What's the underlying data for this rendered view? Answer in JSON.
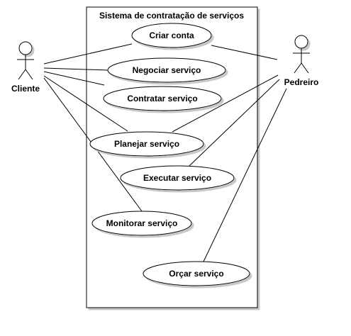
{
  "system": {
    "title": "Sistema de contratação de serviços"
  },
  "actors": [
    {
      "id": "cliente",
      "name": "Cliente"
    },
    {
      "id": "pedreiro",
      "name": "Pedreiro"
    }
  ],
  "use_cases": [
    {
      "id": "criar",
      "label": "Criar conta"
    },
    {
      "id": "negociar",
      "label": "Negociar serviço"
    },
    {
      "id": "contratar",
      "label": "Contratar serviço"
    },
    {
      "id": "planejar",
      "label": "Planejar serviço"
    },
    {
      "id": "executar",
      "label": "Executar serviço"
    },
    {
      "id": "monitorar",
      "label": "Monitorar serviço"
    },
    {
      "id": "orcar",
      "label": "Orçar serviço"
    }
  ],
  "associations": [
    {
      "actor": "cliente",
      "use_case": "criar"
    },
    {
      "actor": "cliente",
      "use_case": "negociar"
    },
    {
      "actor": "cliente",
      "use_case": "contratar"
    },
    {
      "actor": "cliente",
      "use_case": "planejar"
    },
    {
      "actor": "cliente",
      "use_case": "monitorar"
    },
    {
      "actor": "pedreiro",
      "use_case": "criar"
    },
    {
      "actor": "pedreiro",
      "use_case": "planejar"
    },
    {
      "actor": "pedreiro",
      "use_case": "executar"
    },
    {
      "actor": "pedreiro",
      "use_case": "orcar"
    }
  ],
  "colors": {
    "stroke": "#000000",
    "fill": "#ffffff",
    "shadow": "#c8c8c8"
  }
}
